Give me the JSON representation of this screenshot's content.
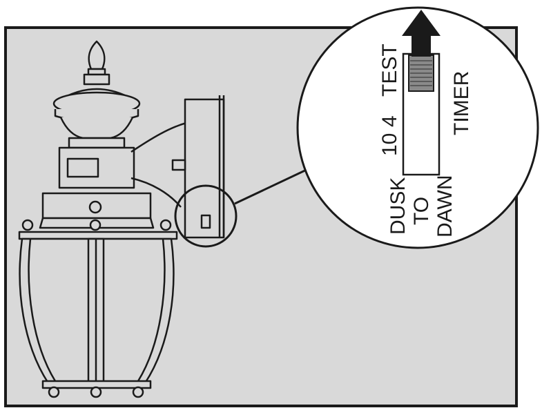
{
  "labels": {
    "test": "TEST",
    "four": "4",
    "ten": "10",
    "timer": "TIMER",
    "dusk": "DUSK",
    "to": "TO",
    "dawn": "DAWN"
  },
  "colors": {
    "background_panel": "#d9d9d9",
    "line": "#1a1a1a",
    "callout_fill": "#ffffff",
    "slider_knob": "#8a8a8a"
  },
  "icons": {
    "direction": "up-arrow-icon"
  }
}
